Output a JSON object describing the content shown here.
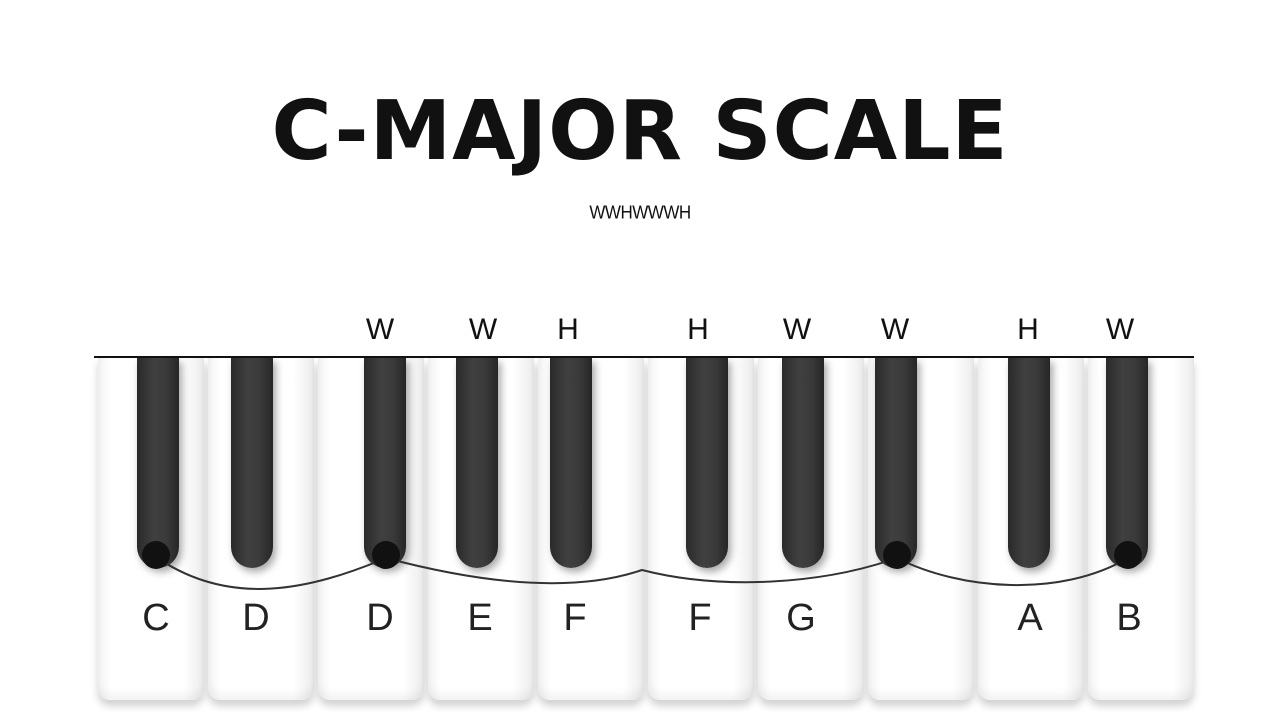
{
  "title": "C-MAJOR SCALE",
  "subtitle": "WWHWWWH",
  "intervals": [
    "W",
    "W",
    "H",
    "H",
    "W",
    "W",
    "H",
    "W"
  ],
  "notes": [
    "C",
    "D",
    "D",
    "E",
    "F",
    "F",
    "G",
    "A",
    "B"
  ],
  "colors": {
    "background": "#ffffff",
    "text": "#111111",
    "black_key": "#3a3a3a",
    "white_key": "#ffffff",
    "marker_dot": "#111111"
  }
}
